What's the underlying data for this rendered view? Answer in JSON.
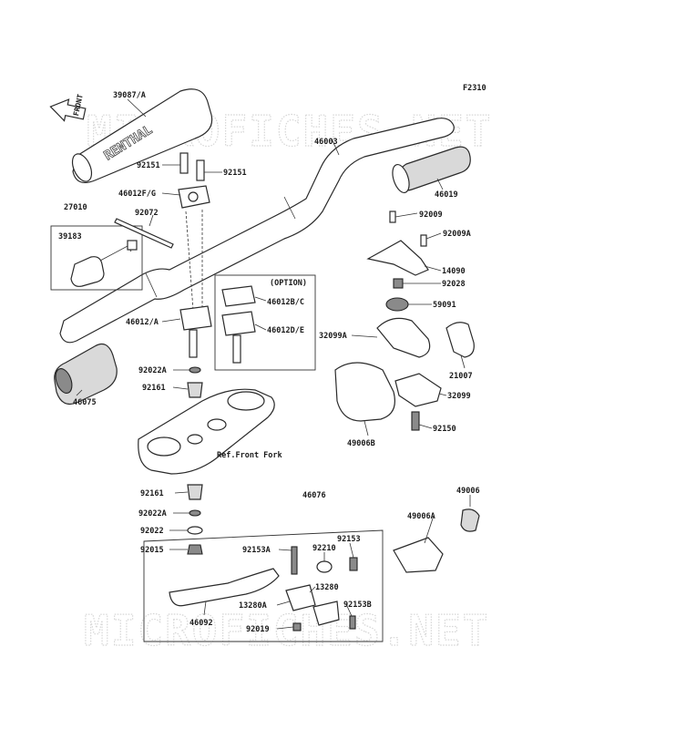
{
  "diagram": {
    "figure_code": "F2310",
    "watermark": "MICROFICHES.NET",
    "front_arrow_label": "FRONT",
    "grip_brand": "RENTHAL",
    "option_label": "(OPTION)",
    "ref_label": "Ref.Front Fork",
    "parts": [
      {
        "id": "p39087A",
        "label": "39087/A"
      },
      {
        "id": "p46003",
        "label": "46003"
      },
      {
        "id": "p92151a",
        "label": "92151"
      },
      {
        "id": "p92151b",
        "label": "92151"
      },
      {
        "id": "p46012FG",
        "label": "46012F/G"
      },
      {
        "id": "p27010",
        "label": "27010"
      },
      {
        "id": "p92072",
        "label": "92072"
      },
      {
        "id": "p39183",
        "label": "39183"
      },
      {
        "id": "p46019",
        "label": "46019"
      },
      {
        "id": "p92009",
        "label": "92009"
      },
      {
        "id": "p92009A",
        "label": "92009A"
      },
      {
        "id": "p14090",
        "label": "14090"
      },
      {
        "id": "p92028",
        "label": "92028"
      },
      {
        "id": "p59091",
        "label": "59091"
      },
      {
        "id": "p46012BC",
        "label": "46012B/C"
      },
      {
        "id": "p46012DE",
        "label": "46012D/E"
      },
      {
        "id": "p46012A",
        "label": "46012/A"
      },
      {
        "id": "p32099A",
        "label": "32099A"
      },
      {
        "id": "p21007",
        "label": "21007"
      },
      {
        "id": "p32099",
        "label": "32099"
      },
      {
        "id": "p92022A1",
        "label": "92022A"
      },
      {
        "id": "p92161a",
        "label": "92161"
      },
      {
        "id": "p46075",
        "label": "46075"
      },
      {
        "id": "p92150",
        "label": "92150"
      },
      {
        "id": "p49006B",
        "label": "49006B"
      },
      {
        "id": "p92161b",
        "label": "92161"
      },
      {
        "id": "p46076",
        "label": "46076"
      },
      {
        "id": "p49006",
        "label": "49006"
      },
      {
        "id": "p92022A2",
        "label": "92022A"
      },
      {
        "id": "p49006A",
        "label": "49006A"
      },
      {
        "id": "p92022",
        "label": "92022"
      },
      {
        "id": "p92153",
        "label": "92153"
      },
      {
        "id": "p92015",
        "label": "92015"
      },
      {
        "id": "p92153A",
        "label": "92153A"
      },
      {
        "id": "p92210",
        "label": "92210"
      },
      {
        "id": "p13280",
        "label": "13280"
      },
      {
        "id": "p13280A",
        "label": "13280A"
      },
      {
        "id": "p92153B",
        "label": "92153B"
      },
      {
        "id": "p46092",
        "label": "46092"
      },
      {
        "id": "p92019",
        "label": "92019"
      }
    ]
  }
}
